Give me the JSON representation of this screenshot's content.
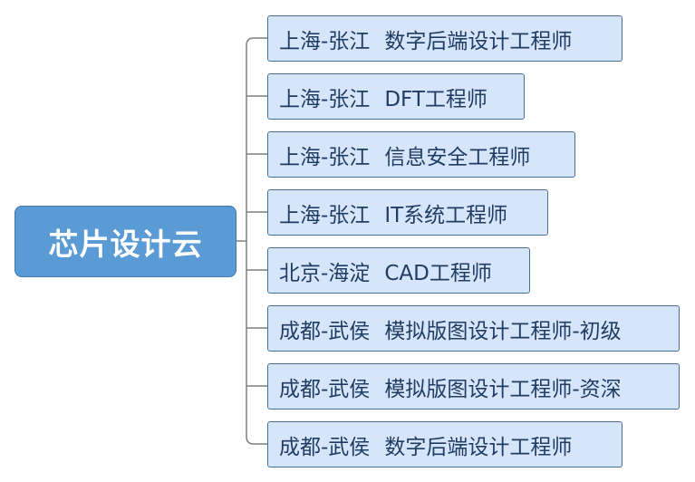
{
  "root": {
    "label": "芯片设计云"
  },
  "branches": [
    {
      "location": "上海-张江",
      "position": "数字后端设计工程师"
    },
    {
      "location": "上海-张江",
      "position": "DFT工程师"
    },
    {
      "location": "上海-张江",
      "position": "信息安全工程师"
    },
    {
      "location": "上海-张江",
      "position": "IT系统工程师"
    },
    {
      "location": "北京-海淀",
      "position": "CAD工程师"
    },
    {
      "location": "成都-武侯",
      "position": "模拟版图设计工程师-初级"
    },
    {
      "location": "成都-武侯",
      "position": "模拟版图设计工程师-资深"
    },
    {
      "location": "成都-武侯",
      "position": "数字后端设计工程师"
    }
  ],
  "colors": {
    "root_fill": "#5b9bd5",
    "node_fill": "#d7e5fa",
    "node_border": "#4a6e9a",
    "connector": "#7f7f7f"
  }
}
